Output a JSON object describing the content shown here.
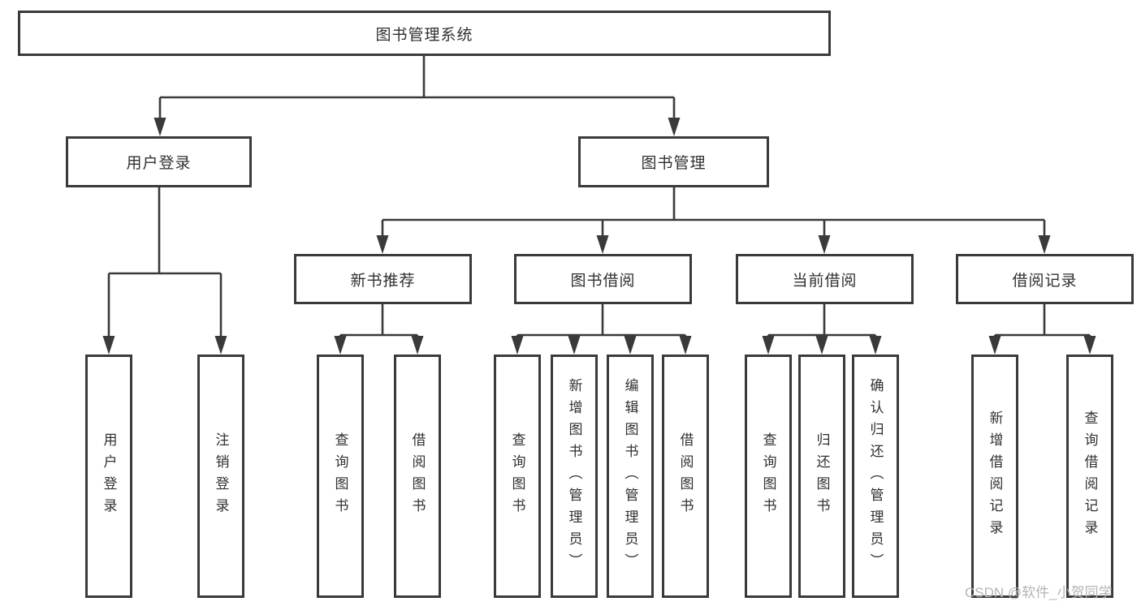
{
  "style": {
    "line_color": "#3a3a3a",
    "text_color": "#303030",
    "watermark_color": "#b5b5b5",
    "background": "#ffffff"
  },
  "tree": {
    "label": "图书管理系统",
    "children": [
      {
        "label": "用户登录",
        "children": [
          {
            "label": "用户登录"
          },
          {
            "label": "注销登录"
          }
        ]
      },
      {
        "label": "图书管理",
        "children": [
          {
            "label": "新书推荐",
            "children": [
              {
                "label": "查询图书"
              },
              {
                "label": "借阅图书"
              }
            ]
          },
          {
            "label": "图书借阅",
            "children": [
              {
                "label": "查询图书"
              },
              {
                "label": "新增图书（管理员）"
              },
              {
                "label": "编辑图书（管理员）"
              },
              {
                "label": "借阅图书"
              }
            ]
          },
          {
            "label": "当前借阅",
            "children": [
              {
                "label": "查询图书"
              },
              {
                "label": "归还图书"
              },
              {
                "label": "确认归还（管理员）"
              }
            ]
          },
          {
            "label": "借阅记录",
            "children": [
              {
                "label": "新增借阅记录"
              },
              {
                "label": "查询借阅记录"
              }
            ]
          }
        ]
      }
    ]
  },
  "watermark": {
    "text": "CSDN @软件_小贺同学"
  }
}
